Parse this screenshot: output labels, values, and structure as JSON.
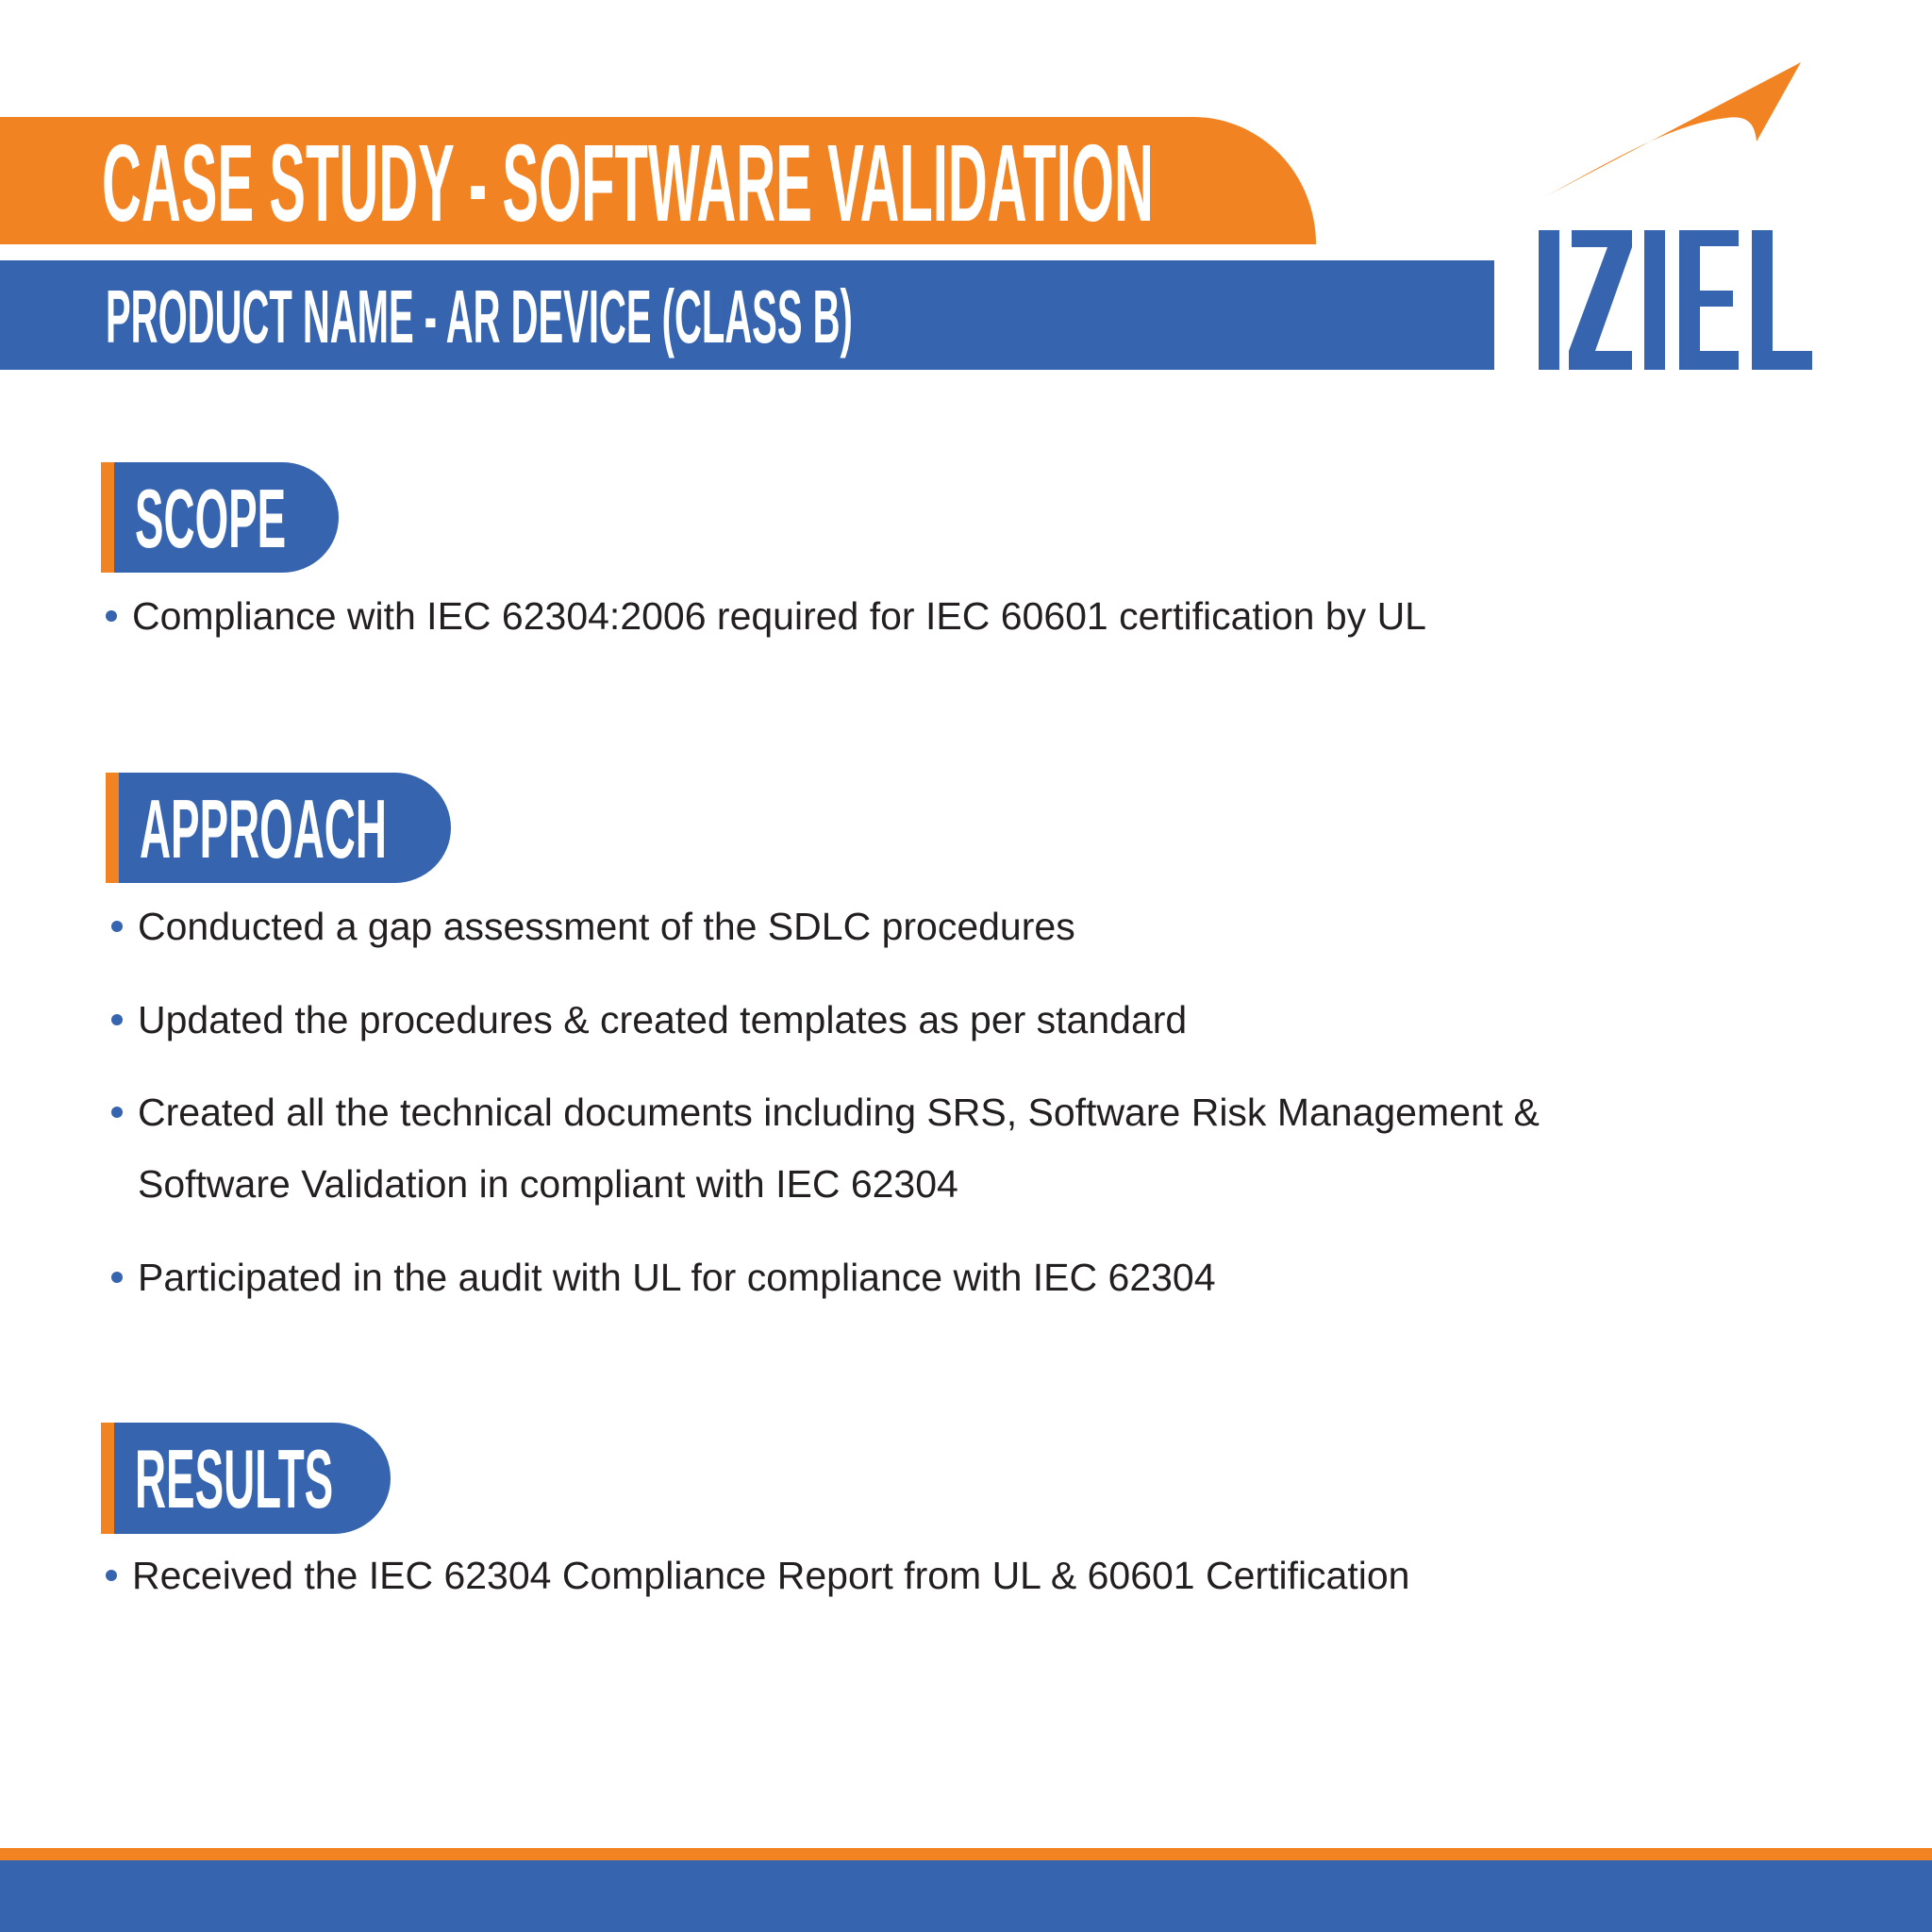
{
  "header": {
    "title": "CASE STUDY - SOFTWARE VALIDATION",
    "subtitle": "PRODUCT NAME - AR DEVICE (CLASS B)"
  },
  "logo": {
    "text": "IZIEL"
  },
  "colors": {
    "orange": "#F28322",
    "blue": "#3664AE",
    "text": "#231f20"
  },
  "sections": {
    "scope": {
      "heading": "SCOPE",
      "items": [
        "Compliance with IEC 62304:2006 required for IEC 60601 certification by UL"
      ]
    },
    "approach": {
      "heading": "APPROACH",
      "items": [
        "Conducted a gap assessment of the SDLC procedures",
        "Updated the procedures & created templates as per standard",
        "Created all the technical documents including SRS, Software Risk Management &",
        "Software Validation in compliant with IEC 62304",
        "Participated in the audit with UL for compliance with IEC 62304"
      ]
    },
    "results": {
      "heading": "RESULTS",
      "items": [
        "Received the IEC 62304 Compliance Report from UL & 60601 Certification"
      ]
    }
  }
}
